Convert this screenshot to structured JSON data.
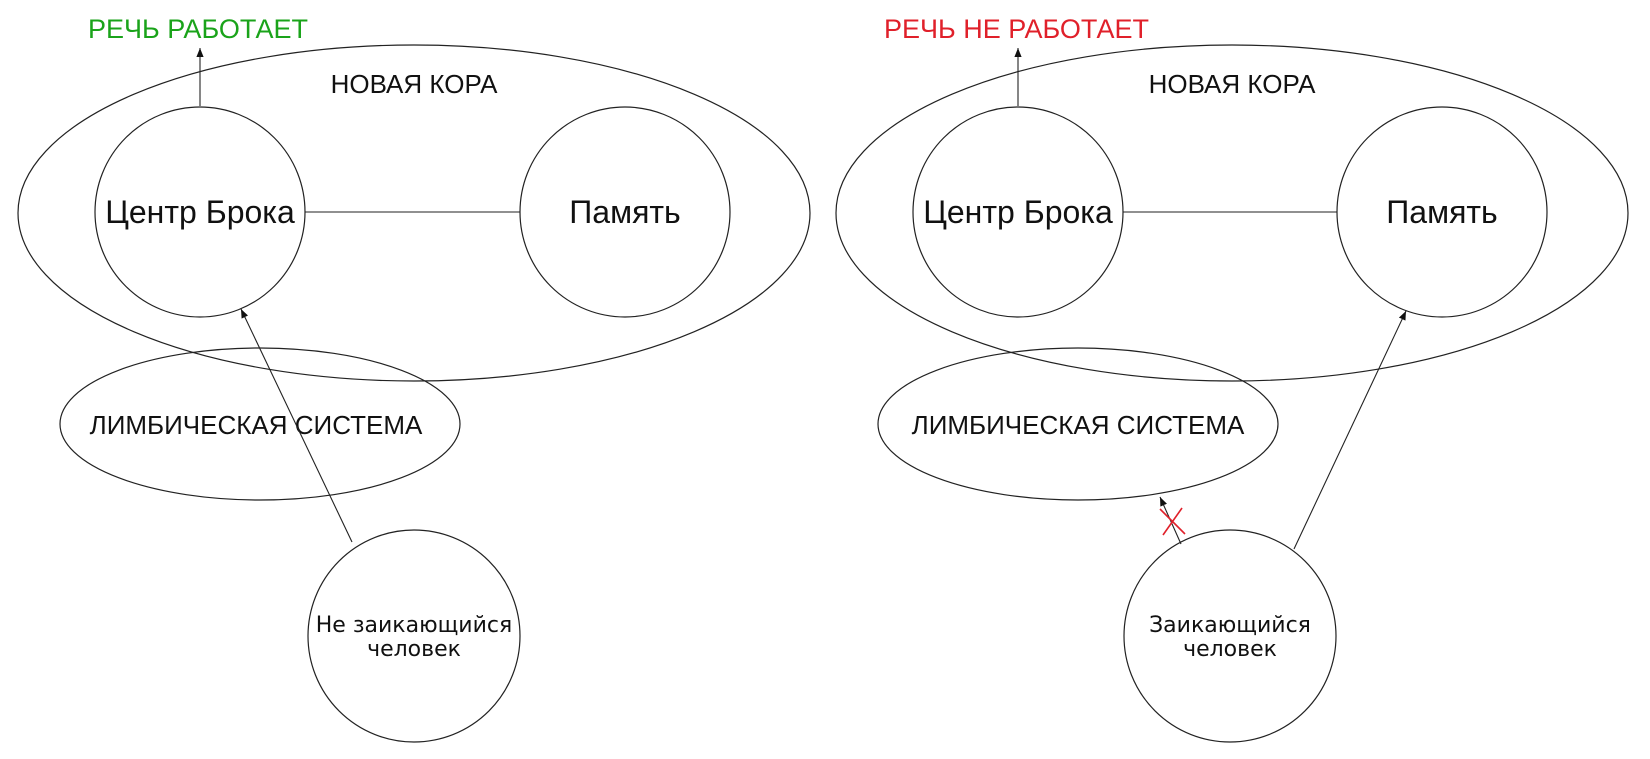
{
  "colors": {
    "works": "#1aa31a",
    "not_works": "#e0202a",
    "line": "#222222"
  },
  "left": {
    "status": "РЕЧЬ РАБОТАЕТ",
    "neocortex": "НОВАЯ КОРА",
    "broca": "Центр Брока",
    "memory": "Память",
    "limbic": "ЛИМБИЧЕСКАЯ СИСТЕМА",
    "person_line1": "Не заикающийся",
    "person_line2": "человек"
  },
  "right": {
    "status": "РЕЧЬ НЕ РАБОТАЕТ",
    "neocortex": "НОВАЯ КОРА",
    "broca": "Центр Брока",
    "memory": "Память",
    "limbic": "ЛИМБИЧЕСКАЯ СИСТЕМА",
    "person_line1": "Заикающийся",
    "person_line2": "человек"
  }
}
